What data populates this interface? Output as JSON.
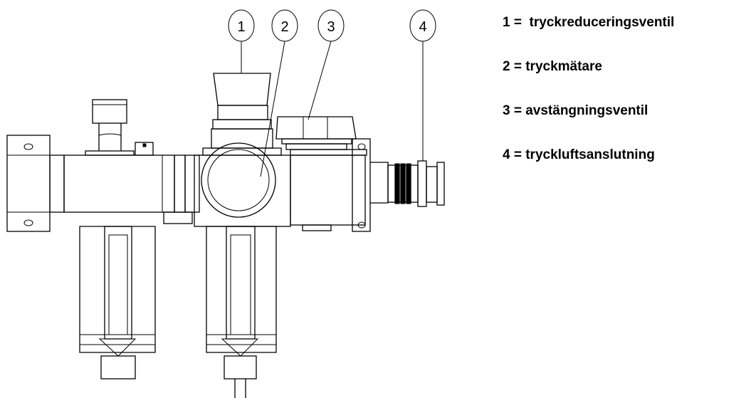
{
  "callouts": [
    "1",
    "2",
    "3",
    "4"
  ],
  "legend": [
    "1 =  tryckreduceringsventil",
    "2 = tryckmätare",
    "3 = avstängningsventil",
    "4 = tryckluftsanslutning"
  ]
}
